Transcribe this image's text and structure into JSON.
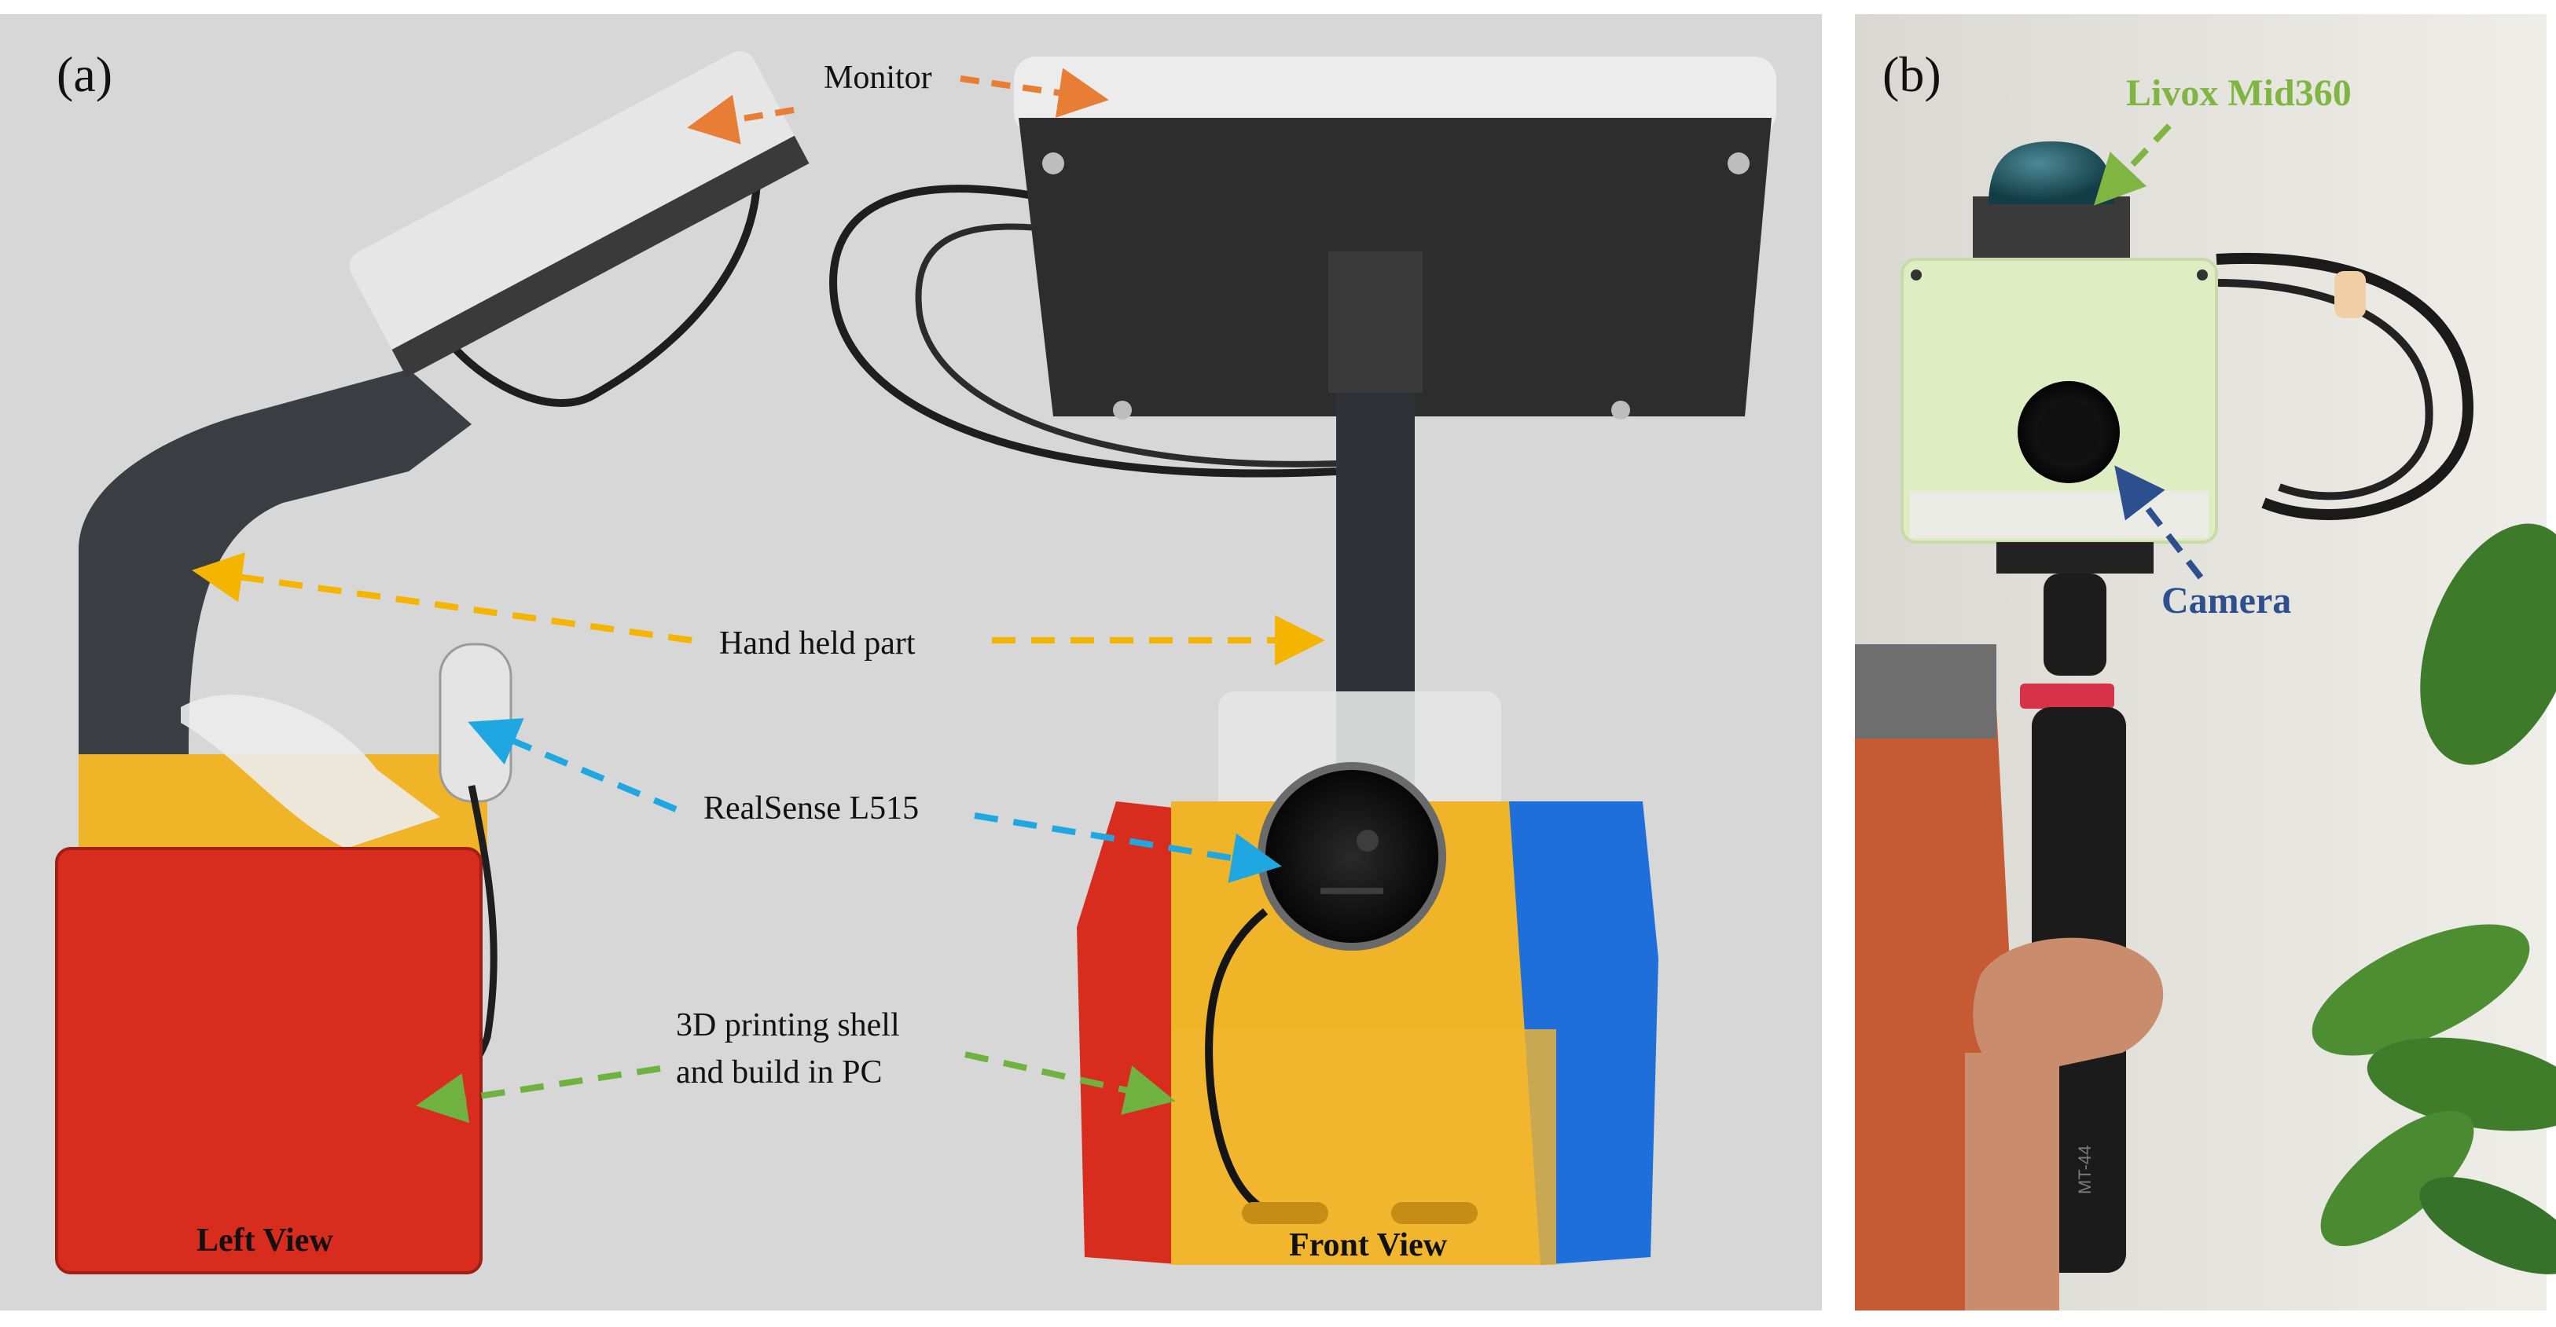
{
  "panel_a": {
    "label": "(a)",
    "annotations": {
      "monitor": "Monitor",
      "hand_held": "Hand held part",
      "realsense": "RealSense L515",
      "shell_line1": "3D printing shell",
      "shell_line2": "and build in PC"
    },
    "views": {
      "left": "Left View",
      "front": "Front View"
    }
  },
  "panel_b": {
    "label": "(b)",
    "annotations": {
      "lidar": "Livox Mid360",
      "camera": "Camera"
    },
    "tripod_marking": "MT-44"
  },
  "colors": {
    "monitor_arrow": "#e87d35",
    "handheld_arrow": "#f4b400",
    "realsense_arrow": "#1ea7e1",
    "shell_arrow": "#6fb23f",
    "lidar_arrow": "#7fb540",
    "camera_arrow": "#2d4f8e"
  },
  "icons": {
    "arrow": "dashed-arrow-icon"
  }
}
